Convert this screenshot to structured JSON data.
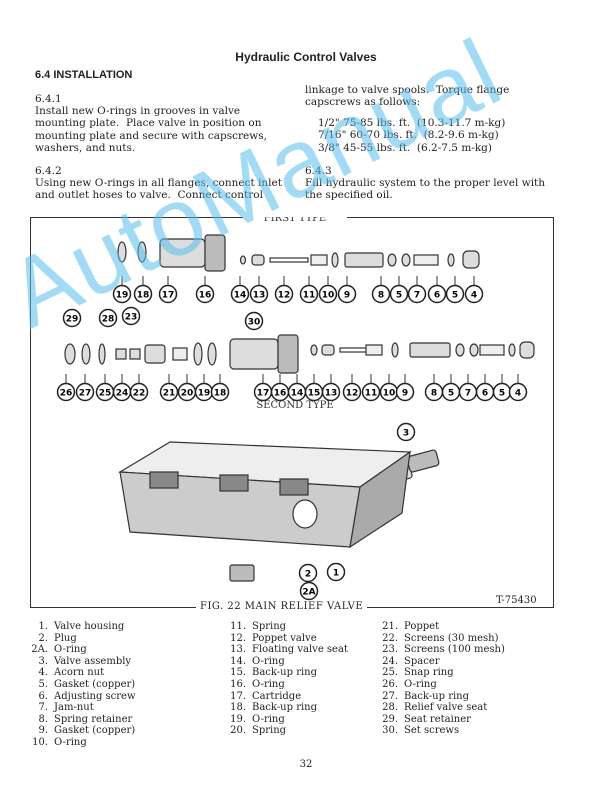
{
  "header": {
    "title": "Hydraulic Control Valves",
    "section": "6.4 INSTALLATION"
  },
  "paras": {
    "p641_num": "6.4.1",
    "p641": "Install new O-rings in grooves in valve\nmounting plate.  Place valve in position on\nmounting plate and secure with capscrews,\nwashers, and nuts.",
    "p642_num": "6.4.2",
    "p642": "Using new O-rings in all flanges, connect inlet\nand outlet hoses to valve.  Connect control",
    "p642_cont": "linkage to valve spools.  Torque flange\ncapscrews as follows:",
    "torque": "1/2\" 75-85 lbs. ft.  (10.3-11.7 m-kg)\n7/16\" 60-70 lbs. ft.  (8.2-9.6 m-kg)\n3/8\" 45-55 lbs. ft.  (6.2-7.5 m-kg)",
    "p643_num": "6.4.3",
    "p643": "Fill hydraulic system to the proper level with\nthe specified oil."
  },
  "figure": {
    "first_type": "FIRST TYPE",
    "second_type": "SECOND TYPE",
    "caption": "FIG. 22  MAIN RELIEF VALVE",
    "ref": "T-75430",
    "callouts_first": [
      "19",
      "18",
      "17",
      "16",
      "14",
      "13",
      "12",
      "11",
      "10",
      "9",
      "8",
      "5",
      "7",
      "6",
      "5",
      "4"
    ],
    "callouts_second": [
      "26",
      "27",
      "25",
      "24",
      "22",
      "21",
      "20",
      "19",
      "18",
      "17",
      "16",
      "14",
      "15",
      "13",
      "12",
      "11",
      "10",
      "9",
      "8",
      "5",
      "7",
      "6",
      "5",
      "4"
    ],
    "callouts_other": [
      "29",
      "28",
      "23",
      "30",
      "3",
      "2",
      "1",
      "2A"
    ]
  },
  "parts": [
    [
      "1.",
      "Valve housing"
    ],
    [
      "2.",
      "Plug"
    ],
    [
      "2A.",
      "O-ring"
    ],
    [
      "3.",
      "Valve assembly"
    ],
    [
      "4.",
      "Acorn nut"
    ],
    [
      "5.",
      "Gasket (copper)"
    ],
    [
      "6.",
      "Adjusting screw"
    ],
    [
      "7.",
      "Jam-nut"
    ],
    [
      "8.",
      "Spring retainer"
    ],
    [
      "9.",
      "Gasket (copper)"
    ],
    [
      "10.",
      "O-ring"
    ],
    [
      "11.",
      "Spring"
    ],
    [
      "12.",
      "Poppet valve"
    ],
    [
      "13.",
      "Floating valve seat"
    ],
    [
      "14.",
      "O-ring"
    ],
    [
      "15.",
      "Back-up ring"
    ],
    [
      "16.",
      "O-ring"
    ],
    [
      "17.",
      "Cartridge"
    ],
    [
      "18.",
      "Back-up ring"
    ],
    [
      "19.",
      "O-ring"
    ],
    [
      "20.",
      "Spring"
    ],
    [
      "21.",
      "Poppet"
    ],
    [
      "22.",
      "Screens (30 mesh)"
    ],
    [
      "23.",
      "Screens (100 mesh)"
    ],
    [
      "24.",
      "Spacer"
    ],
    [
      "25.",
      "Snap ring"
    ],
    [
      "26.",
      "O-ring"
    ],
    [
      "27.",
      "Back-up ring"
    ],
    [
      "28.",
      "Relief valve seat"
    ],
    [
      "29.",
      "Seat retainer"
    ],
    [
      "30.",
      "Set screws"
    ]
  ],
  "watermark": "AutoManual",
  "page_number": "32"
}
